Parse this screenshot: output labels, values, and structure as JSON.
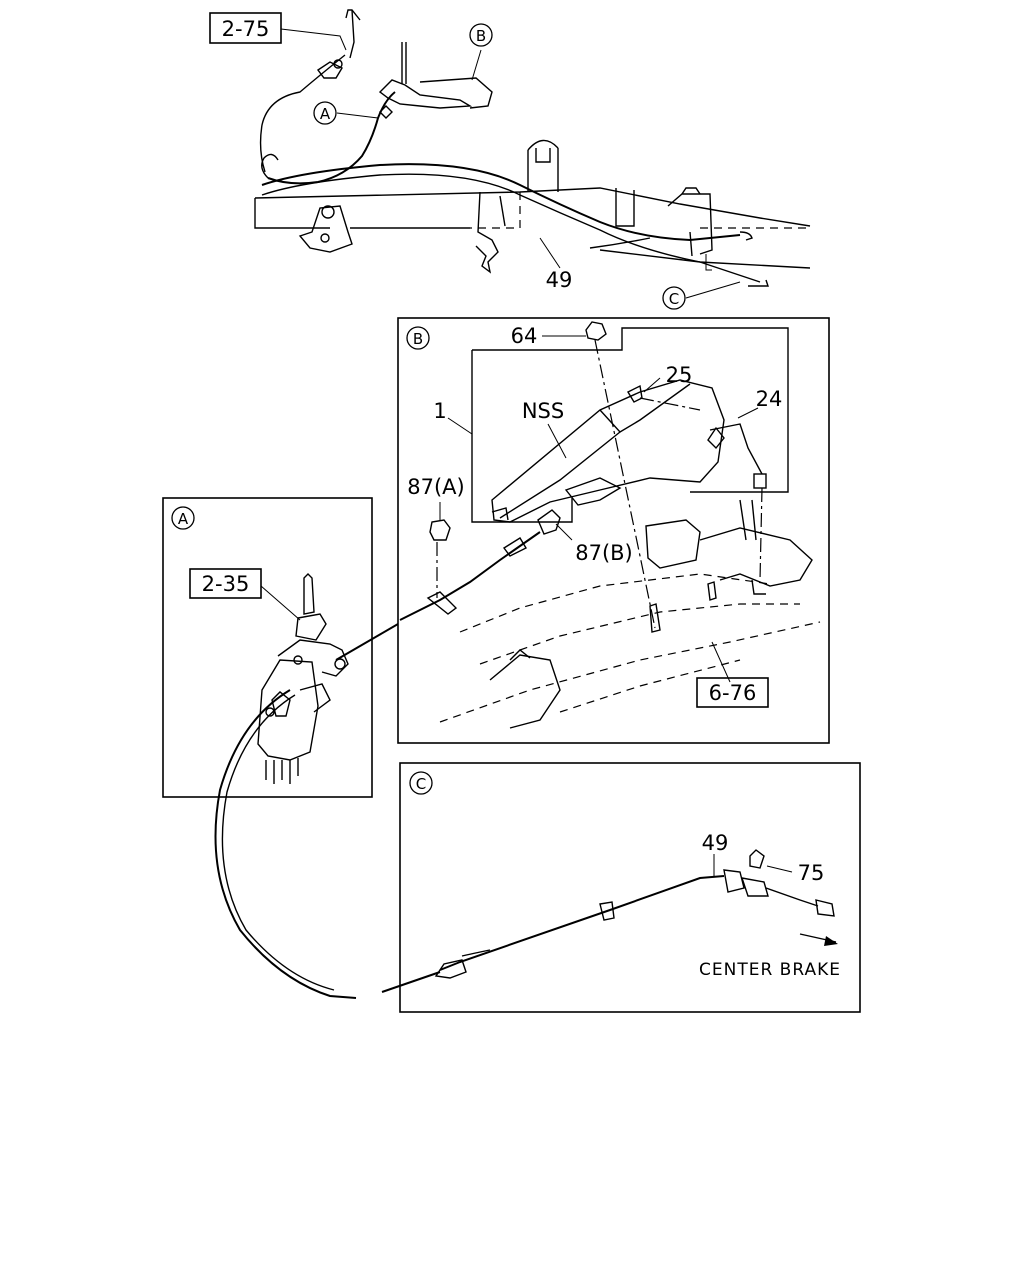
{
  "references": {
    "ref_2_75": "2-75",
    "ref_2_35": "2-35",
    "ref_6_76": "6-76"
  },
  "callouts": {
    "A": "A",
    "B": "B",
    "C": "C"
  },
  "overview": {
    "part_49": "49"
  },
  "detail_b": {
    "part_64": "64",
    "part_25": "25",
    "part_1": "1",
    "part_nss": "NSS",
    "part_24": "24",
    "part_87a": "87(A)",
    "part_87b": "87(B)"
  },
  "detail_c": {
    "part_49": "49",
    "part_75": "75",
    "direction_label": "CENTER BRAKE"
  }
}
